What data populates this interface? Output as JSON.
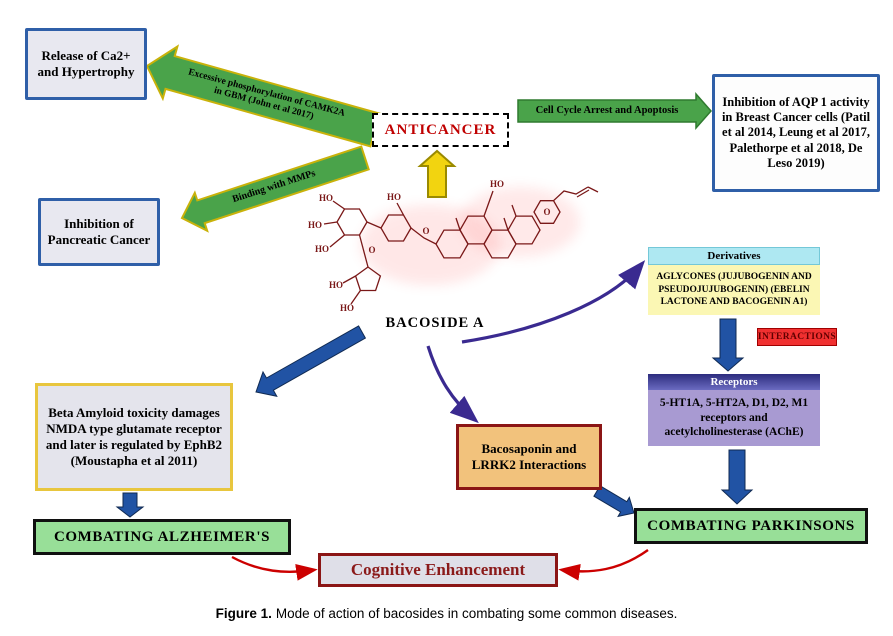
{
  "figure": {
    "caption_label": "Figure 1.",
    "caption_text": "Mode of action of bacosides in combating some common diseases."
  },
  "boxes": {
    "release": "Release of Ca2+ and Hypertrophy",
    "anticancer": "ANTICANCER",
    "aqp1": "Inhibition of AQP 1 activity in Breast Cancer cells (Patil et al 2014, Leung et al 2017, Palethorpe et al 2018, De Leso 2019)",
    "pancreatic": "Inhibition of Pancreatic Cancer",
    "beta_amyloid": "Beta Amyloid toxicity damages NMDA type glutamate receptor and later is regulated by EphB2 (Moustapha et al 2011)",
    "bacosaponin": "Bacosaponin and LRRK2 Interactions",
    "alzheimers": "COMBATING ALZHEIMER'S",
    "parkinsons": "COMBATING PARKINSONS",
    "cognitive": "Cognitive Enhancement"
  },
  "derivatives": {
    "header": "Derivatives",
    "body": "AGLYCONES (JUJUBOGENIN AND PSEUDOJUJUBOGENIN) (EBELIN LACTONE AND BACOGENIN A1)"
  },
  "receptors": {
    "header": "Receptors",
    "body": "5-HT1A, 5-HT2A, D1, D2, M1 receptors and acetylcholinesterase (AChE)"
  },
  "interactions_label": "INTERACTIONS",
  "arrows": {
    "camk2a": "Excessive phosphorylation of CAMK2A in GBM (John et al 2017)",
    "cell_cycle": "Cell Cycle Arrest and Apoptosis",
    "mmps": "Binding with MMPs"
  },
  "molecule": {
    "name": "BACOSIDE A",
    "atom_labels": [
      "HO",
      "HO",
      "HO",
      "HO",
      "HO",
      "HO",
      "HO",
      "O",
      "O",
      "O"
    ]
  },
  "colors": {
    "arrow_green": "#4aa34a",
    "arrow_yellow": "#f2d410",
    "arrow_blue": "#2153a4",
    "arrow_purple": "#3a2a90",
    "arrow_red": "#cc0000",
    "anticancer_red": "#c00000",
    "box_blue_border": "#2f5fa8",
    "result_green": "#98df98"
  }
}
